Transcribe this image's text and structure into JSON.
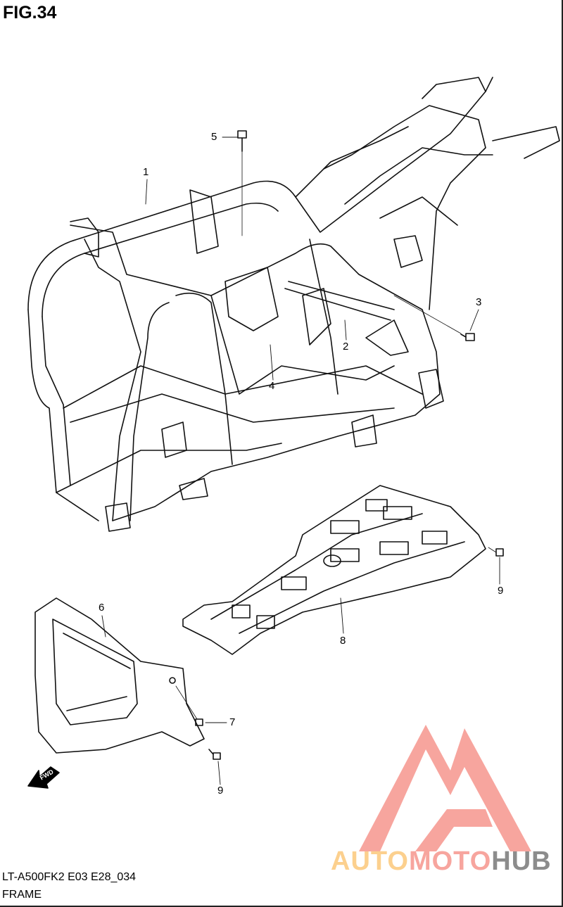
{
  "figure": {
    "title": "FIG.34",
    "model_code": "LT-A500FK2 E03 E28_034",
    "section_name": "FRAME"
  },
  "callouts": [
    "1",
    "2",
    "3",
    "4",
    "5",
    "6",
    "7",
    "8",
    "9",
    "9"
  ],
  "fwd_label": "FWD",
  "watermark": {
    "part1": "AUTO",
    "part2": "MOTO",
    "part3": "HUB",
    "colors": {
      "auto": "#fcd08e",
      "moto": "#f7a59e",
      "hub": "#8c8c8c",
      "triangle": "#f7a59e"
    }
  }
}
